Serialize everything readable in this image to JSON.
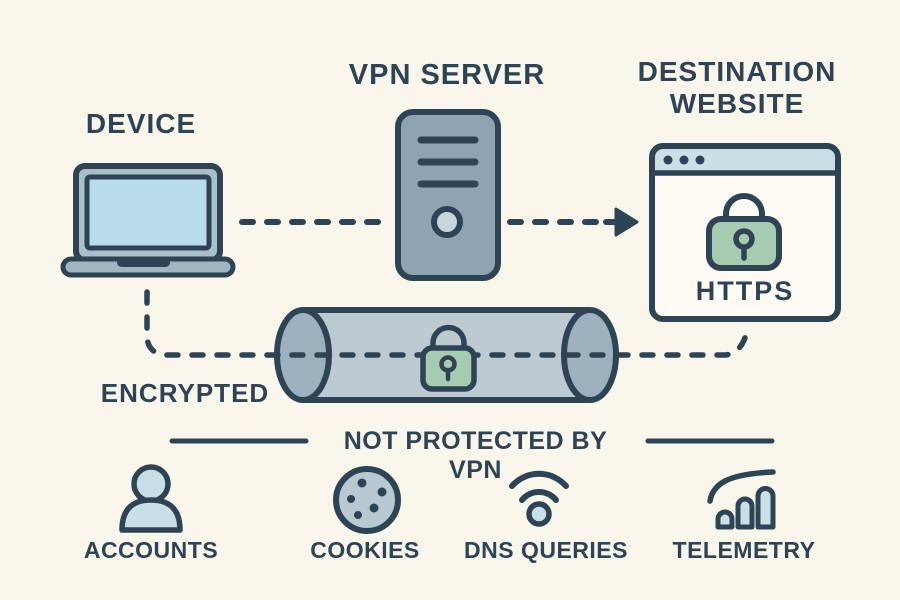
{
  "diagram_title": "VPN data flow diagram",
  "colors": {
    "bg": "#f9f6ec",
    "ink": "#2e4454",
    "screen": "#b9dde8",
    "panel": "#a9bfca",
    "base": "#9fb5c0",
    "server": "#8ea4b2",
    "serverdot": "#c6d6dd",
    "titlebar": "#cadfe6",
    "window": "#fdfbf4",
    "green": "#a7cbb0",
    "tunnel": "#bdcad1",
    "tunnelend": "#9db2be",
    "iconblue": "#c9dfe8",
    "cookie": "#b9c9d1"
  },
  "nodes": {
    "device": {
      "label": "DEVICE",
      "icon": "laptop-icon"
    },
    "vpn_server": {
      "label": "VPN SERVER",
      "icon": "server-icon"
    },
    "destination": {
      "label": "DESTINATION WEBSITE",
      "icon": "browser-window-icon",
      "badge": "HTTPS"
    }
  },
  "tunnel": {
    "label": "ENCRYPTED",
    "icon": "padlock-icon"
  },
  "unprotected": {
    "heading": "NOT PROTECTED BY VPN",
    "items": [
      {
        "label": "ACCOUNTS",
        "icon": "user-icon"
      },
      {
        "label": "COOKIES",
        "icon": "cookie-icon"
      },
      {
        "label": "DNS QUERIES",
        "icon": "wifi-icon"
      },
      {
        "label": "TELEMETRY",
        "icon": "bar-chart-icon"
      }
    ]
  }
}
